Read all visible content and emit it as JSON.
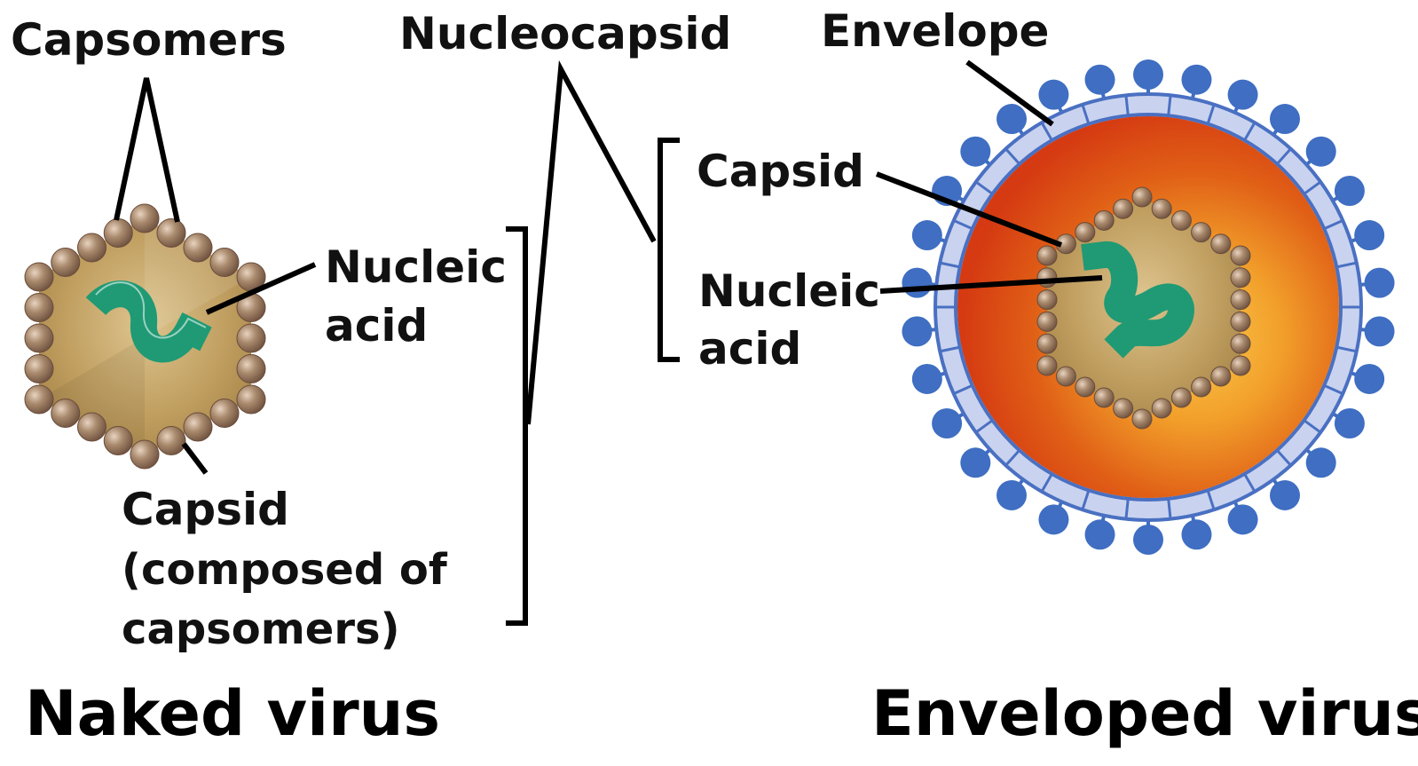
{
  "labels": {
    "capsomers": "Capsomers",
    "nucleocapsid": "Nucleocapsid",
    "envelope": "Envelope",
    "naked_nucleic_1": "Nucleic",
    "naked_nucleic_2": "acid",
    "naked_capsid_1": "Capsid",
    "naked_capsid_2": "(composed of",
    "naked_capsid_3": "capsomers)",
    "env_capsid": "Capsid",
    "env_nucleic_1": "Nucleic",
    "env_nucleic_2": "acid"
  },
  "titles": {
    "naked": "Naked virus",
    "enveloped": "Enveloped virus"
  },
  "colors": {
    "capsid_fill": "#c6a66a",
    "capsomer": "#9c7b5e",
    "nucleic_acid": "#1f9a74",
    "envelope_ring": "#c9d3ef",
    "envelope_line": "#4a70c2",
    "spike": "#3f6ec2",
    "matrix_outer": "#d63a13",
    "matrix_inner": "#f3a52c"
  }
}
